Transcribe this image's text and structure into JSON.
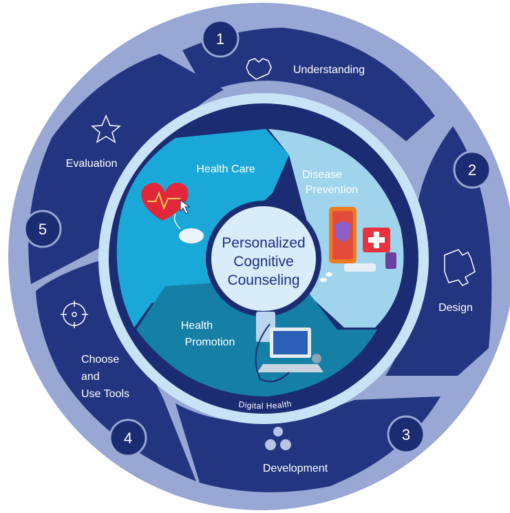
{
  "center": {
    "lines": [
      "Personalized",
      "Cognitive",
      "Counseling"
    ]
  },
  "stages": [
    {
      "number": "1",
      "label_lines": [
        "Understanding"
      ],
      "icon": "heart-pixel-icon"
    },
    {
      "number": "2",
      "label_lines": [
        "Design"
      ],
      "icon": "puzzle-icon"
    },
    {
      "number": "3",
      "label_lines": [
        "Development"
      ],
      "icon": "molecule-icon"
    },
    {
      "number": "4",
      "label_lines": [
        "Choose",
        "and",
        "Use Tools"
      ],
      "icon": "target-icon"
    },
    {
      "number": "5",
      "label_lines": [
        "Evaluation"
      ],
      "icon": "star-icon"
    }
  ],
  "inner_sections": [
    {
      "label_lines": [
        "Health Care"
      ],
      "color": "#1aa8d8"
    },
    {
      "label_lines": [
        "Disease",
        "Prevention"
      ],
      "color": "#9fd4ec"
    },
    {
      "label_lines": [
        "Health",
        "Promotion"
      ],
      "color": "#157fa6"
    }
  ],
  "ring_label": "Digital Health",
  "colors": {
    "outer_segment": "#233580",
    "separator": "#8f9dc6",
    "outer_rim": "#98a7d3",
    "light_ring": "#c8e3f6",
    "badge": "#1c2c72"
  }
}
